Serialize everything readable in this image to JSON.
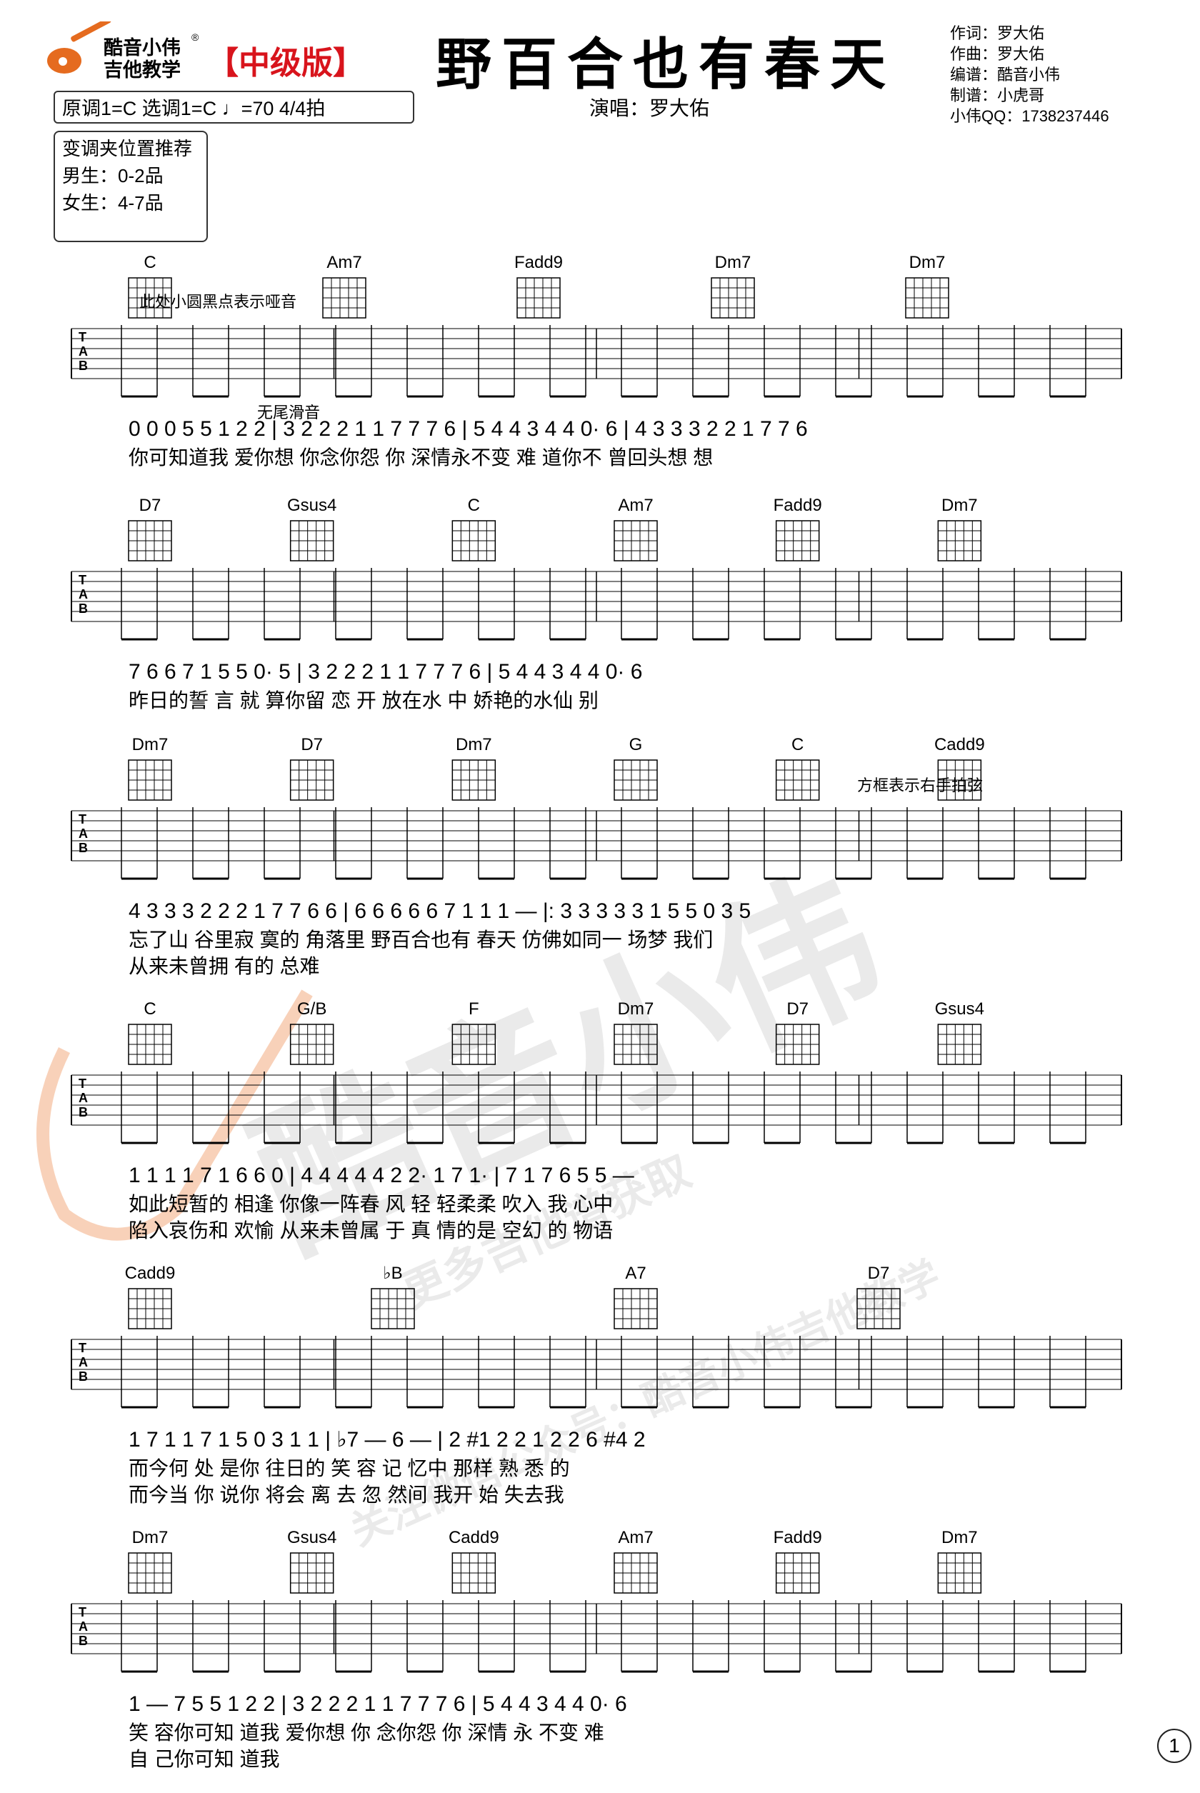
{
  "header": {
    "brand_line1": "酷音小伟",
    "brand_line2": "吉他教学",
    "registered": "®",
    "edition": "【中级版】",
    "title": "野百合也有春天",
    "singer": "演唱：罗大佑",
    "credits": [
      "作词：罗大佑",
      "作曲：罗大佑",
      "编谱：酷音小伟",
      "制谱：小虎哥",
      "小伟QQ：1738237446"
    ],
    "key_info": "原调1=C   选调1=C   ♩=70   4/4拍",
    "capo_title": "变调夹位置推荐",
    "capo_male": "男生：0-2品",
    "capo_female": "女生：4-7品"
  },
  "annotations": {
    "mute_note": "此处小圆黑点表示哑音",
    "slide_note": "无尾滑音",
    "slap_note": "方框表示右手拍弦"
  },
  "systems": [
    {
      "chords": [
        "C",
        "Am7",
        "Fadd9",
        "Dm7",
        "Dm7"
      ],
      "notation": "0 0 0 5 5 1 2 2 | 3 2 2 2 1  1 7 7 7 6 | 5 4 4 3 4 4  0· 6 | 4 3 3 3 2  2 1 7 7 6",
      "lyrics1": "你可知道我 爱你想 你念你怨 你 深情永不变  难 道你不 曾回头想 想",
      "lyrics2": ""
    },
    {
      "chords": [
        "D7",
        "Gsus4",
        "C",
        "Am7",
        "Fadd9",
        "Dm7"
      ],
      "notation": "7 6 6 7 1 5 5  0· 5 | 3 2 2 2 1  1 7 7 7 6 | 5 4 4 3 4 4  0· 6",
      "lyrics1": "昨日的誓 言  就 算你留 恋 开 放在水 中 娇艳的水仙  别",
      "lyrics2": ""
    },
    {
      "chords": [
        "Dm7",
        "D7",
        "Dm7",
        "G",
        "C",
        "Cadd9"
      ],
      "notation": "4 3 3 3 2 2 2  1 7 7 6 6 | 6 6 6 6 6 7 1 1  1 — |: 3 3 3 3 3  1 5 5  0 3 5",
      "lyrics1": "忘了山 谷里寂 寞的 角落里 野百合也有 春天 仿佛如同一 场梦 我们",
      "lyrics2": "从来未曾拥 有的 总难"
    },
    {
      "chords": [
        "C",
        "G/B",
        "F",
        "Dm7",
        "D7",
        "Gsus4"
      ],
      "notation": "1 1 1 1 7 1 6 6  0 | 4 4 4 4 4 2  2· 1 7 1· | 7 1 7 6 5 5  —",
      "lyrics1": "如此短暂的 相逢 你像一阵春 风 轻 轻柔柔 吹入 我 心中",
      "lyrics2": "陷入哀伤和 欢愉 从来未曾属 于 真 情的是 空幻 的 物语"
    },
    {
      "chords": [
        "Cadd9",
        "♭B",
        "A7",
        "D7"
      ],
      "notation": "1 7 1 1 7 1 5  0 3 1 1 | ♭7 — 6 — | 2 #1 2 2  1 2 2 6 #4 2",
      "lyrics1": "而今何 处 是你 往日的 笑 容 记 忆中 那样 熟 悉 的",
      "lyrics2": "而今当 你 说你 将会 离 去 忽 然间 我开 始 失去我"
    },
    {
      "chords": [
        "Dm7",
        "Gsus4",
        "Cadd9",
        "Am7",
        "Fadd9",
        "Dm7"
      ],
      "notation": "1 —  7 5 5 1 2 2 | 3 2 2 2 1  1 7 7 7 6 | 5 4 4 3 4 4  0· 6",
      "lyrics1": "笑  容你可知 道我 爱你想 你 念你怨 你 深情 永 不变  难",
      "lyrics2": "自  己你可知 道我"
    }
  ],
  "watermark": {
    "big": "酷音小伟",
    "line1": "更多吉他谱获取",
    "line2": "关注微信公众号：酷音小伟吉他教学"
  },
  "page_number": "1",
  "colors": {
    "edition_red": "#d8141c",
    "watermark_gray": "#c8c8c8",
    "logo_orange": "#f08a3c"
  }
}
